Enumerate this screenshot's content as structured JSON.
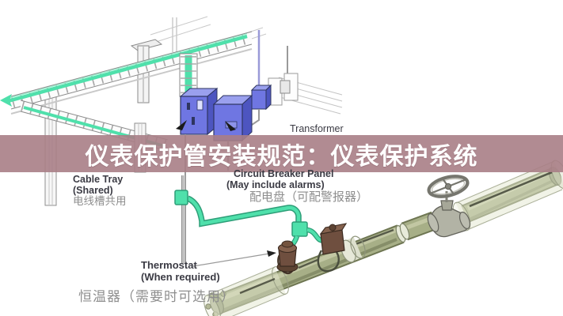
{
  "title": {
    "text": "仪表保护管安装规范：仪表保护系统"
  },
  "overlay": {
    "band_color": "#b28b92",
    "title_color": "#ffffff"
  },
  "labels": {
    "transformer": {
      "en": "Transformer"
    },
    "cable_tray": {
      "en_line1": "Cable Tray",
      "en_line2": "(Shared)",
      "zh": "电线槽共用"
    },
    "circuit_breaker": {
      "en_line1": "Circuit Breaker Panel",
      "en_line2": "(May include alarms)",
      "zh": "配电盘（可配警报器）"
    },
    "thermostat": {
      "en_line1": "Thermostat",
      "en_line2": "(When required)",
      "zh": "恒温器（需要时可选用）"
    }
  },
  "palette": {
    "cable_teal": "#4fe0ab",
    "panel_blue": "#6f76e2",
    "pipe_olive": "#a7af87",
    "thermostat_brown": "#6f4f3f",
    "structure_gray": "#8a8a8a",
    "label_dark": "#3b3b44",
    "label_gray": "#8e8e8e"
  }
}
